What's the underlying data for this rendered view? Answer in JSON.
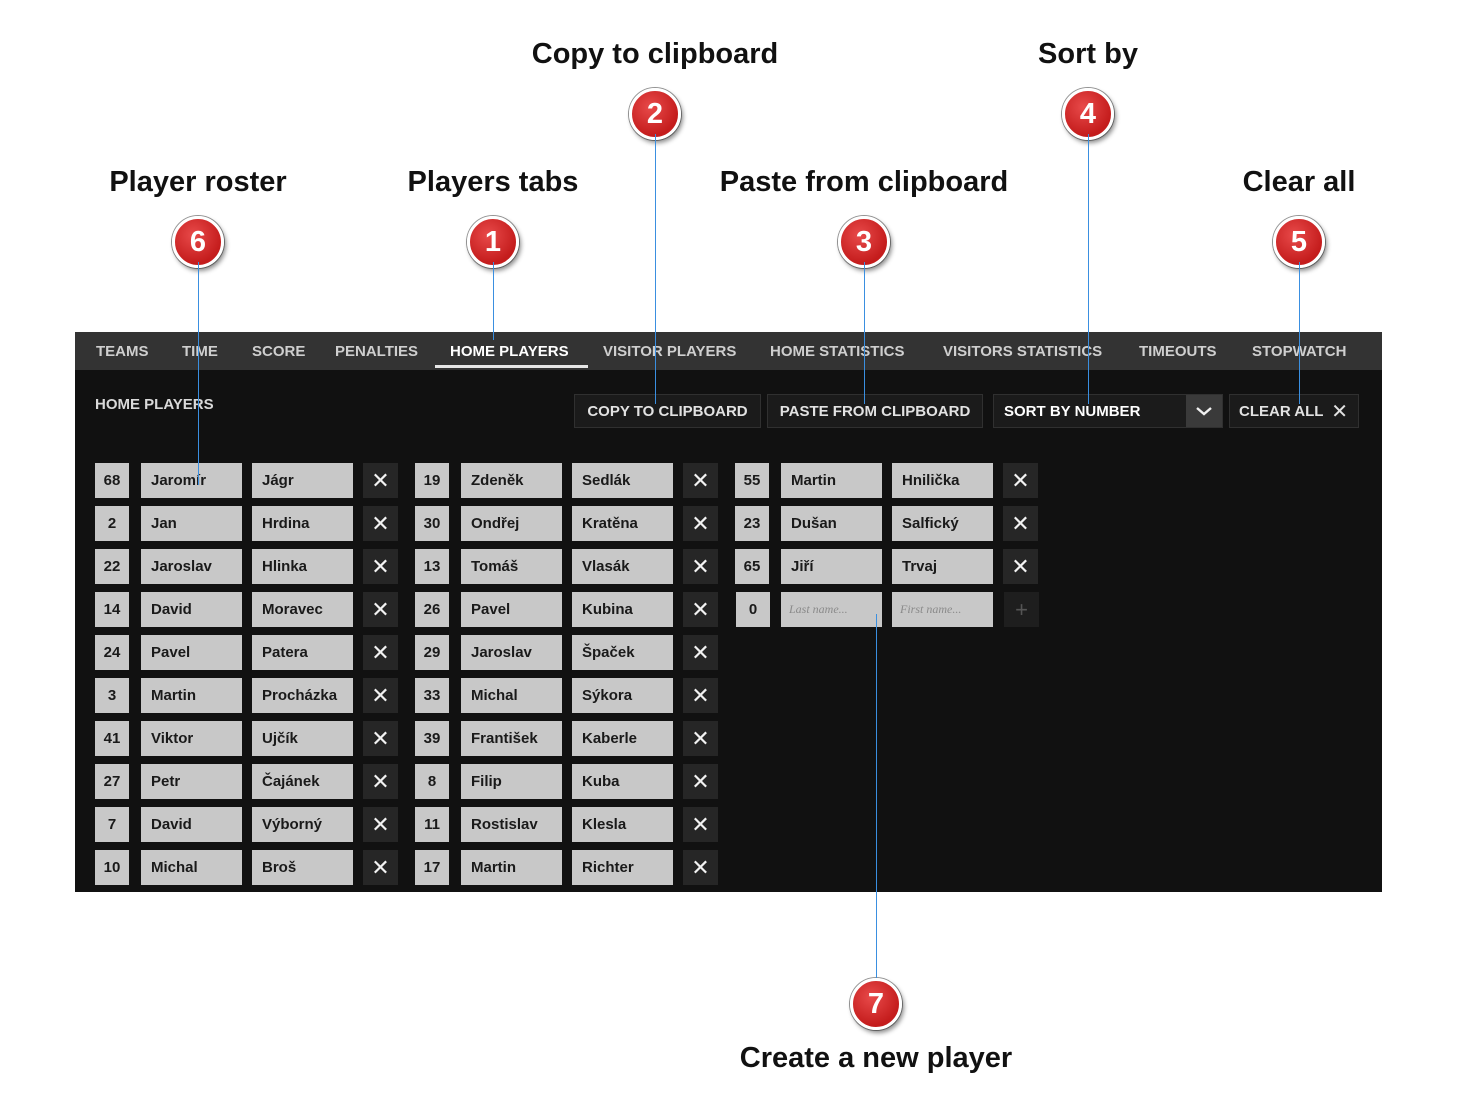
{
  "callouts": [
    {
      "num": "1",
      "label": "Players tabs"
    },
    {
      "num": "2",
      "label": "Copy to clipboard"
    },
    {
      "num": "3",
      "label": "Paste from clipboard"
    },
    {
      "num": "4",
      "label": "Sort by"
    },
    {
      "num": "5",
      "label": "Clear all"
    },
    {
      "num": "6",
      "label": "Player roster"
    },
    {
      "num": "7",
      "label": "Create a new player"
    }
  ],
  "tabs": [
    "TEAMS",
    "TIME",
    "SCORE",
    "PENALTIES",
    "HOME PLAYERS",
    "VISITOR PLAYERS",
    "HOME STATISTICS",
    "VISITORS STATISTICS",
    "TIMEOUTS",
    "STOPWATCH"
  ],
  "active_tab": "HOME PLAYERS",
  "section_title": "HOME PLAYERS",
  "toolbar": {
    "copy_label": "COPY TO CLIPBOARD",
    "paste_label": "PASTE FROM CLIPBOARD",
    "sort_label": "SORT BY NUMBER",
    "clear_label": "CLEAR ALL"
  },
  "players": [
    {
      "number": "68",
      "first": "Jaromír",
      "last": "Jágr"
    },
    {
      "number": "2",
      "first": "Jan",
      "last": "Hrdina"
    },
    {
      "number": "22",
      "first": "Jaroslav",
      "last": "Hlinka"
    },
    {
      "number": "14",
      "first": "David",
      "last": "Moravec"
    },
    {
      "number": "24",
      "first": "Pavel",
      "last": "Patera"
    },
    {
      "number": "3",
      "first": "Martin",
      "last": "Procházka"
    },
    {
      "number": "41",
      "first": "Viktor",
      "last": "Ujčík"
    },
    {
      "number": "27",
      "first": "Petr",
      "last": "Čajánek"
    },
    {
      "number": "7",
      "first": "David",
      "last": "Výborný"
    },
    {
      "number": "10",
      "first": "Michal",
      "last": "Broš"
    },
    {
      "number": "19",
      "first": "Zdeněk",
      "last": "Sedlák"
    },
    {
      "number": "30",
      "first": "Ondřej",
      "last": "Kratěna"
    },
    {
      "number": "13",
      "first": "Tomáš",
      "last": "Vlasák"
    },
    {
      "number": "26",
      "first": "Pavel",
      "last": "Kubina"
    },
    {
      "number": "29",
      "first": "Jaroslav",
      "last": "Špaček"
    },
    {
      "number": "33",
      "first": "Michal",
      "last": "Sýkora"
    },
    {
      "number": "39",
      "first": "František",
      "last": "Kaberle"
    },
    {
      "number": "8",
      "first": "Filip",
      "last": "Kuba"
    },
    {
      "number": "11",
      "first": "Rostislav",
      "last": "Klesla"
    },
    {
      "number": "17",
      "first": "Martin",
      "last": "Richter"
    },
    {
      "number": "55",
      "first": "Martin",
      "last": "Hnilička"
    },
    {
      "number": "23",
      "first": "Dušan",
      "last": "Salfický"
    },
    {
      "number": "65",
      "first": "Jiří",
      "last": "Trvaj"
    }
  ],
  "new_player": {
    "number": "0",
    "last_placeholder": "Last name...",
    "first_placeholder": "First name...",
    "add_icon": "+"
  },
  "delete_icon": "✕"
}
